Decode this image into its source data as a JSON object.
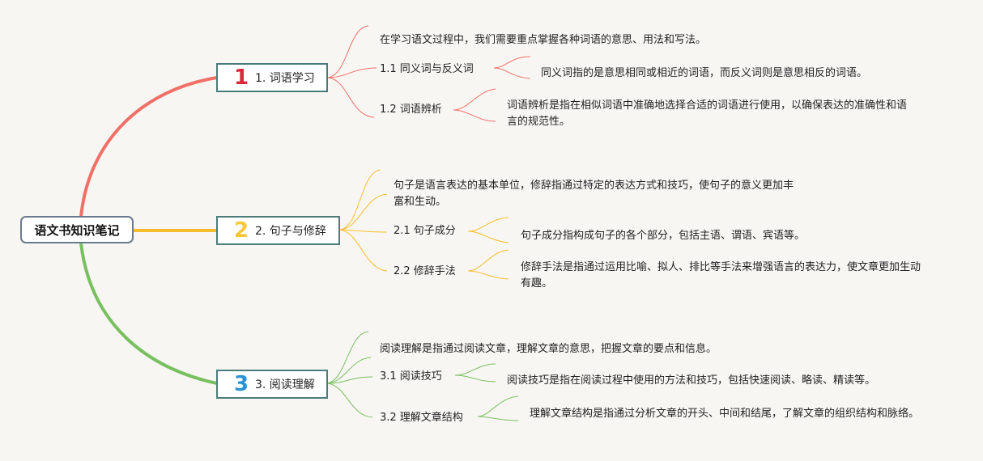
{
  "central": "语文书知识笔记",
  "colors": {
    "red": "#f07068",
    "yellow": "#f7bd2a",
    "green": "#78c060",
    "box_border": "#4a7d7a",
    "central_border": "#6b7a8f"
  },
  "branches": [
    {
      "number": "1",
      "title": "1. 词语学习",
      "intro": "在学习语文过程中，我们需要重点掌握各种词语的意思、用法和写法。",
      "subs": [
        {
          "label": "1.1 同义词与反义词",
          "desc": "同义词指的是意思相同或相近的词语，而反义词则是意思相反的词语。"
        },
        {
          "label": "1.2 词语辨析",
          "desc": "词语辨析是指在相似词语中准确地选择合适的词语进行使用，以确保表达的准确性和语言的规范性。"
        }
      ]
    },
    {
      "number": "2",
      "title": "2. 句子与修辞",
      "intro": "句子是语言表达的基本单位，修辞指通过特定的表达方式和技巧，使句子的意义更加丰富和生动。",
      "subs": [
        {
          "label": "2.1 句子成分",
          "desc": "句子成分指构成句子的各个部分，包括主语、谓语、宾语等。"
        },
        {
          "label": "2.2 修辞手法",
          "desc": "修辞手法是指通过运用比喻、拟人、排比等手法来增强语言的表达力，使文章更加生动有趣。"
        }
      ]
    },
    {
      "number": "3",
      "title": "3. 阅读理解",
      "intro": "阅读理解是指通过阅读文章，理解文章的意思，把握文章的要点和信息。",
      "subs": [
        {
          "label": "3.1 阅读技巧",
          "desc": "阅读技巧是指在阅读过程中使用的方法和技巧，包括快速阅读、略读、精读等。"
        },
        {
          "label": "3.2 理解文章结构",
          "desc": "理解文章结构是指通过分析文章的开头、中间和结尾，了解文章的组织结构和脉络。"
        }
      ]
    }
  ]
}
